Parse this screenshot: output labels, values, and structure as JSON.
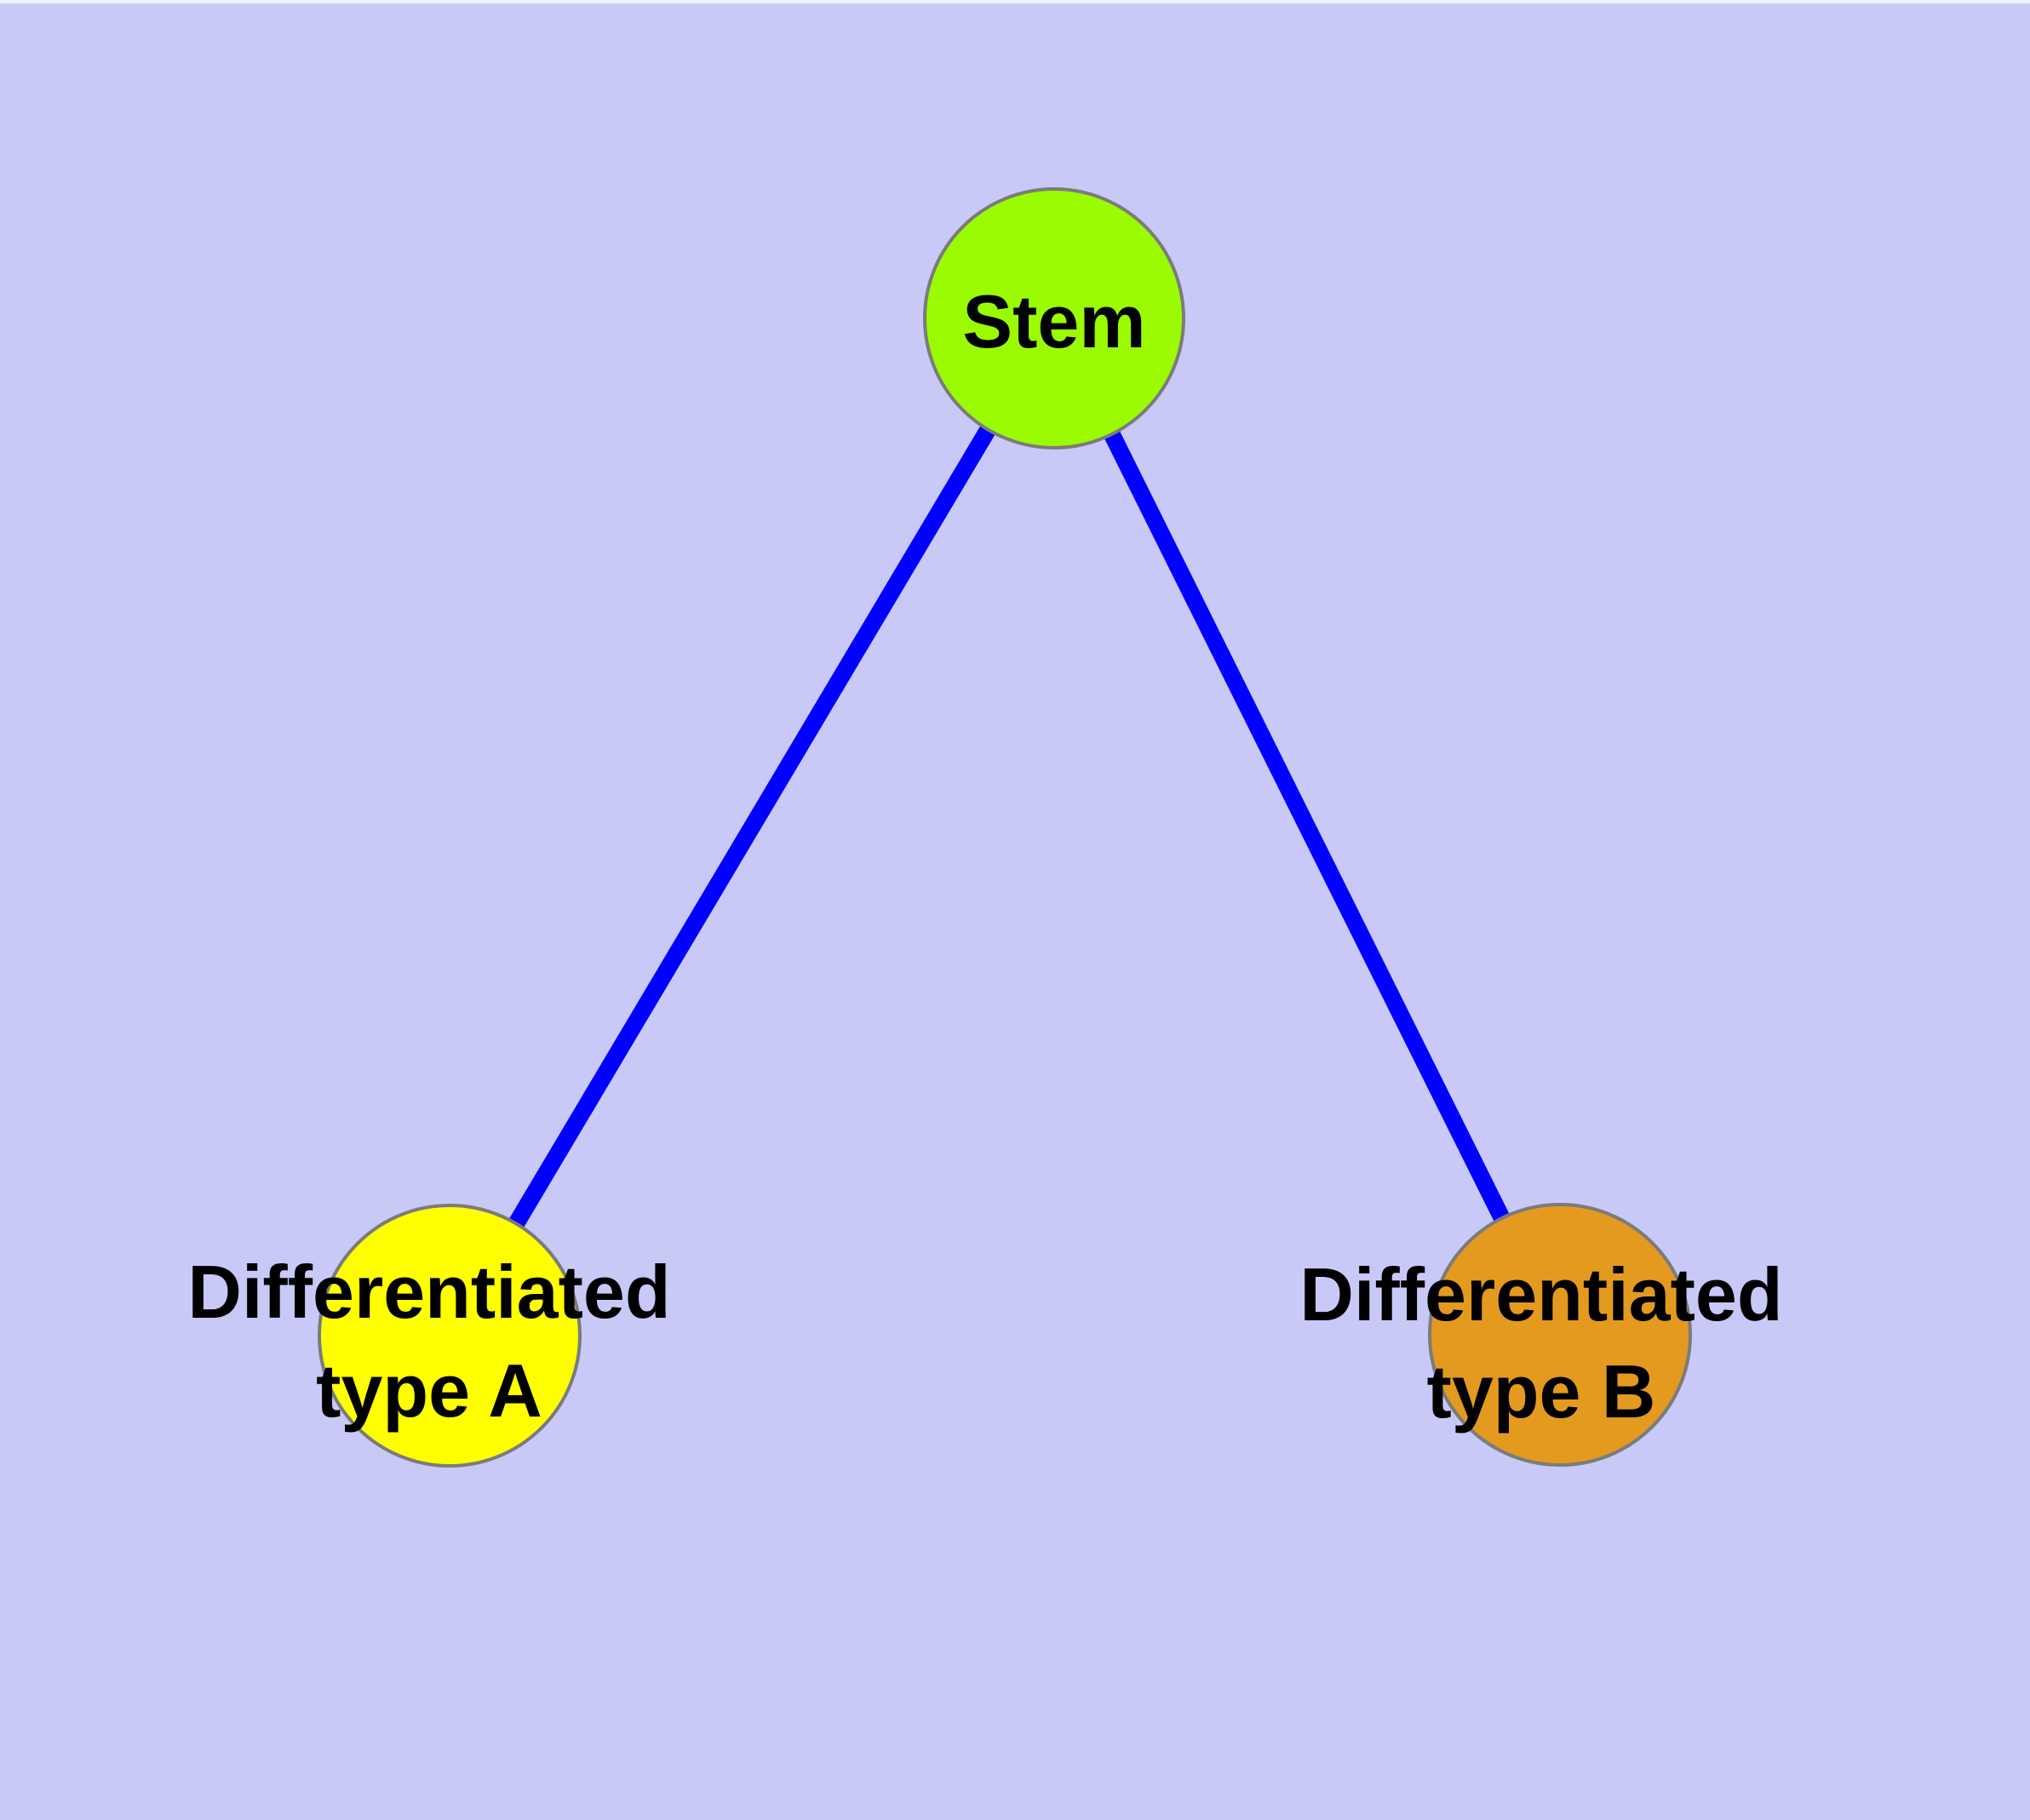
{
  "diagram": {
    "type": "graph",
    "colors": {
      "background": "#c9c9f8",
      "page_edge": "#f2f2fa",
      "edge": "#0000ff",
      "node_border": "#7b7b7b",
      "label": "#000000"
    },
    "nodes": [
      {
        "id": "stem",
        "label_lines": [
          "Stem"
        ],
        "color": "#9bfb00"
      },
      {
        "id": "typeA",
        "label_lines": [
          "Differentiated",
          "type A"
        ],
        "color": "#ffff00"
      },
      {
        "id": "typeB",
        "label_lines": [
          "Differentiated",
          "type B"
        ],
        "color": "#e39a1f"
      }
    ],
    "edges": [
      {
        "from": "stem",
        "to": "typeA"
      },
      {
        "from": "stem",
        "to": "typeB"
      }
    ]
  }
}
